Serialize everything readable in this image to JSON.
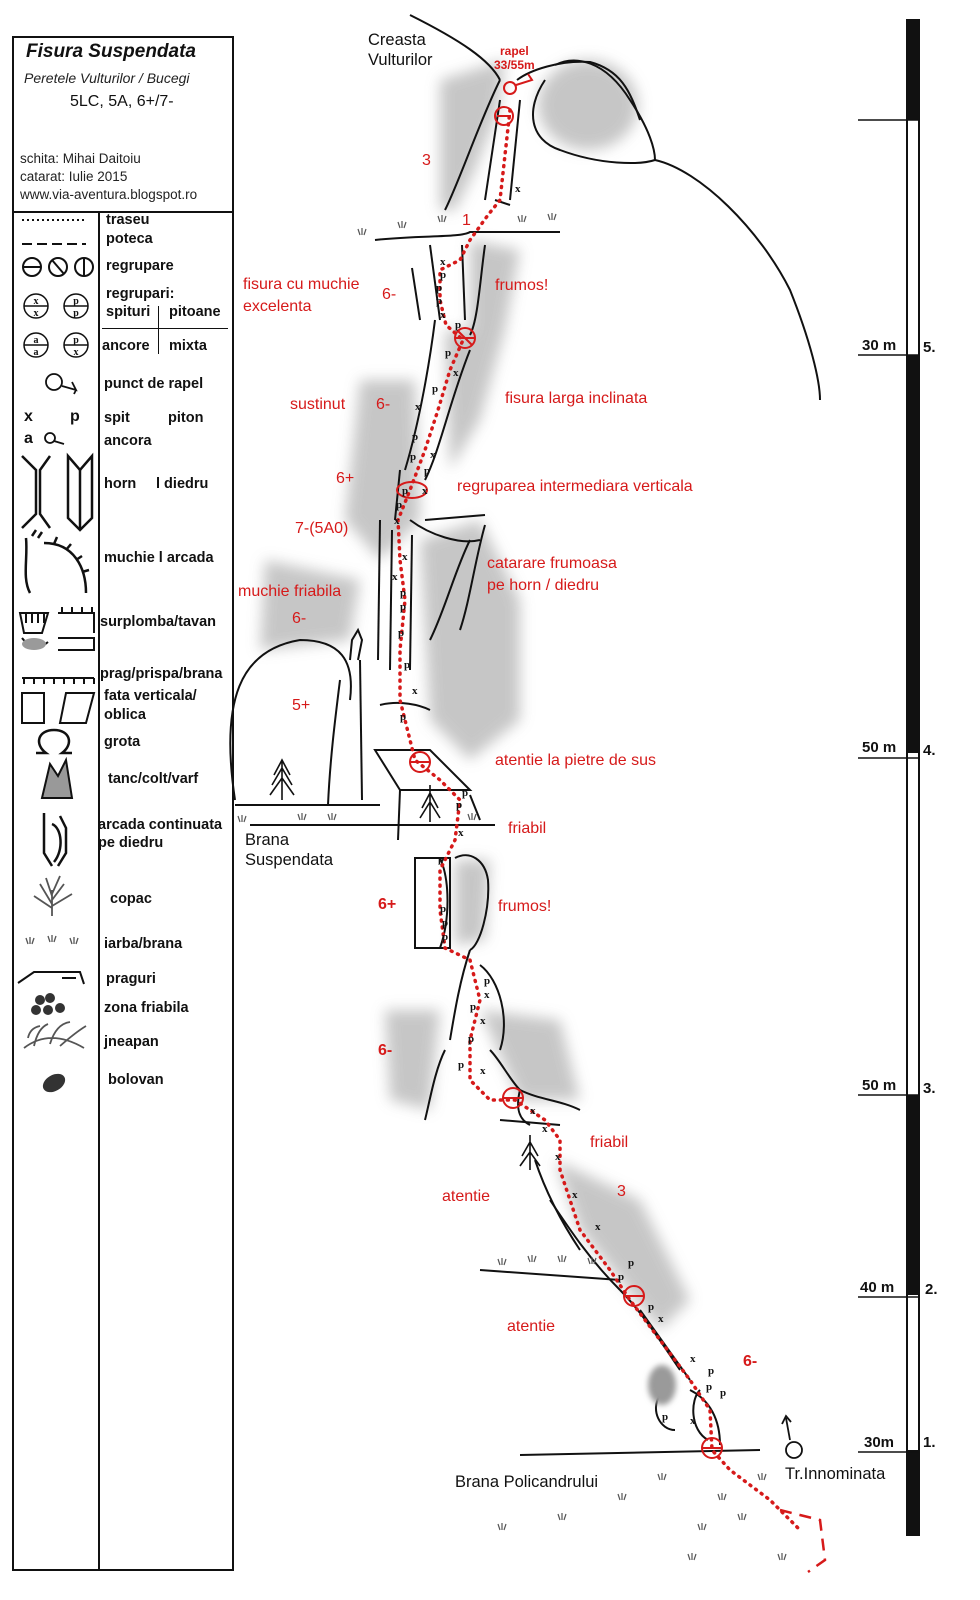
{
  "legend": {
    "title": "Fisura Suspendata",
    "subtitle": "Peretele Vulturilor / Bucegi",
    "grade": "5LC, 5A, 6+/7-",
    "author": "schita: Mihai Daitoiu",
    "climbed": "catarat: Iulie 2015",
    "website": "www.via-aventura.blogspot.ro",
    "items": {
      "route": "traseu",
      "path": "poteca",
      "belay": "regrupare",
      "belays": "regrupari:",
      "bolts": "spituri",
      "pitons": "pitoane",
      "anchors": "ancore",
      "mixed": "mixta",
      "rappel_point": "punct de rapel",
      "spit": "spit",
      "piton": "piton",
      "anchor": "ancora",
      "chimney": "horn",
      "dihedral": "l  diedru",
      "arete_arch": "muchie l arcada",
      "overhang_roof": "surplomba/tavan",
      "ledge": "prag/prispa/brana",
      "face_vertical": "fata verticala/",
      "face_oblique": "oblica",
      "cave": "grota",
      "pinnacle": "tanc/colt/varf",
      "arch_continued": "arcada continuata",
      "arch_continued_2": "pe diedru",
      "tree": "copac",
      "grass": "iarba/brana",
      "steps": "praguri",
      "loose_zone": "zona friabila",
      "dwarf_pine": "jneapan",
      "boulder": "bolovan",
      "sym_x": "x",
      "sym_p": "p",
      "sym_a": "a"
    }
  },
  "places": {
    "top_ridge": "Creasta\nVulturilor",
    "rappel": "rapel\n33/55m",
    "brana_suspendata": "Brana\nSuspendata",
    "brana_policandrului": "Brana Policandrului",
    "innominata": "Tr.Innominata"
  },
  "notes": {
    "g3_top": "3",
    "g1_top": "1",
    "fisura_muchie": "fisura cu muchie\nexcelenta",
    "g6m_a": "6-",
    "frumos_a": "frumos!",
    "sustinut": "sustinut",
    "g6m_b": "6-",
    "fisura_larga": "fisura larga inclinata",
    "g6p_a": "6+",
    "regruparea": "regruparea intermediara verticala",
    "g7m": "7-(5A0)",
    "catarare": "catarare frumoasa\npe horn / diedru",
    "muchie_friabila": "muchie friabila",
    "g6m_c": "6-",
    "g5p": "5+",
    "atentie_pietre": "atentie la pietre de sus",
    "friabil_a": "friabil",
    "g6p_b": "6+",
    "frumos_b": "frumos!",
    "g6m_d": "6-",
    "friabil_b": "friabil",
    "atentie_a": "atentie",
    "g3_low": "3",
    "atentie_b": "atentie",
    "g6m_e": "6-"
  },
  "scale": {
    "pitches": [
      {
        "length": "30m",
        "pitch": "1."
      },
      {
        "length": "40 m",
        "pitch": "2."
      },
      {
        "length": "50 m",
        "pitch": "3."
      },
      {
        "length": "50 m",
        "pitch": "4."
      },
      {
        "length": "30 m",
        "pitch": "5."
      }
    ]
  },
  "colors": {
    "route": "#d61a1a",
    "ink": "#111111",
    "rock_shade": "#bdbdbd"
  }
}
